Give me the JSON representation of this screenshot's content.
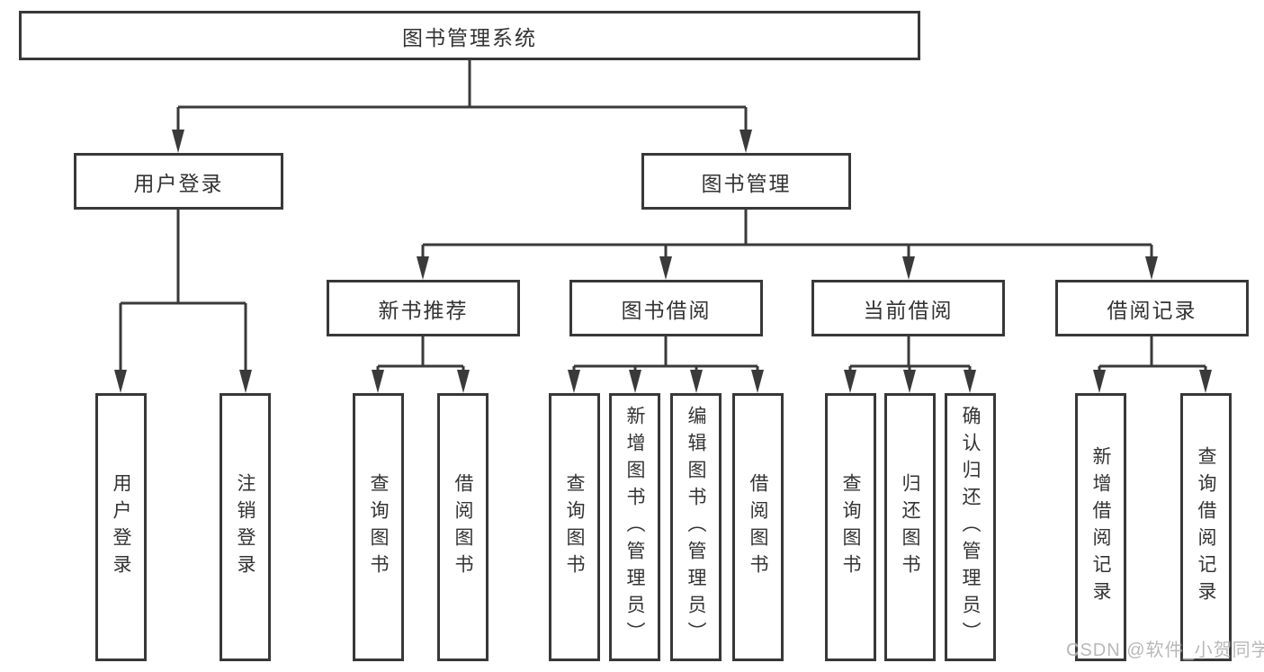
{
  "root": {
    "label": "图书管理系统"
  },
  "branches": {
    "user": {
      "label": "用户登录",
      "children": [
        {
          "label": "用户登录"
        },
        {
          "label": "注销登录"
        }
      ]
    },
    "book": {
      "label": "图书管理",
      "sections": [
        {
          "label": "新书推荐",
          "children": [
            {
              "label": "查询图书"
            },
            {
              "label": "借阅图书"
            }
          ]
        },
        {
          "label": "图书借阅",
          "children": [
            {
              "label": "查询图书"
            },
            {
              "label": "新增图书（管理员）"
            },
            {
              "label": "编辑图书（管理员）"
            },
            {
              "label": "借阅图书"
            }
          ]
        },
        {
          "label": "当前借阅",
          "children": [
            {
              "label": "查询图书"
            },
            {
              "label": "归还图书"
            },
            {
              "label": "确认归还（管理员）"
            }
          ]
        },
        {
          "label": "借阅记录",
          "children": [
            {
              "label": "新增借阅记录"
            },
            {
              "label": "查询借阅记录"
            }
          ]
        }
      ]
    }
  },
  "watermark": {
    "text": "CSDN @软件_小贺同学"
  },
  "colors": {
    "line": "#3a3a3a",
    "box_border": "#383838",
    "text": "#333333",
    "background": "#ffffff",
    "watermark": "#b3b3b3"
  }
}
